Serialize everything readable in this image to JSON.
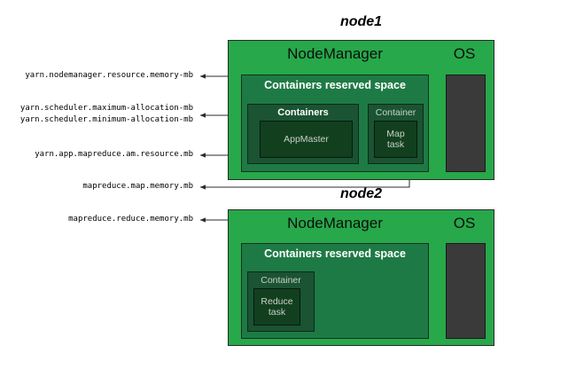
{
  "diagram": {
    "title_node1": "node1",
    "title_node2": "node2"
  },
  "nodes": [
    {
      "id": "node1",
      "title": "node1",
      "nodemanager_label": "NodeManager",
      "os_label": "OS",
      "reserved_label": "Containers reserved space",
      "containers": [
        {
          "header": "Containers",
          "task": "AppMaster"
        },
        {
          "header": "Container",
          "task_line1": "Map",
          "task_line2": "task"
        }
      ]
    },
    {
      "id": "node2",
      "title": "node2",
      "nodemanager_label": "NodeManager",
      "os_label": "OS",
      "reserved_label": "Containers reserved space",
      "containers": [
        {
          "header": "Container",
          "task_line1": "Reduce",
          "task_line2": "task"
        }
      ]
    }
  ],
  "properties": [
    {
      "id": "nm-resource-memory",
      "text": "yarn.nodemanager.resource.memory-mb"
    },
    {
      "id": "sched-max-alloc",
      "text": "yarn.scheduler.maximum-allocation-mb"
    },
    {
      "id": "sched-min-alloc",
      "text": "yarn.scheduler.minimum-allocation-mb"
    },
    {
      "id": "am-resource",
      "text": "yarn.app.mapreduce.am.resource.mb"
    },
    {
      "id": "map-memory",
      "text": "mapreduce.map.memory.mb"
    },
    {
      "id": "reduce-memory",
      "text": "mapreduce.reduce.memory.mb"
    }
  ],
  "colors": {
    "node_green": "#27a84a",
    "reserved_green": "#1e7a44",
    "container_green": "#1a5433",
    "task_green": "#12401f",
    "os_dark": "#3a3a3a",
    "connector": "#555555",
    "text_light": "#c9cfc9",
    "text_white": "#ffffff",
    "text_black": "#000000"
  }
}
